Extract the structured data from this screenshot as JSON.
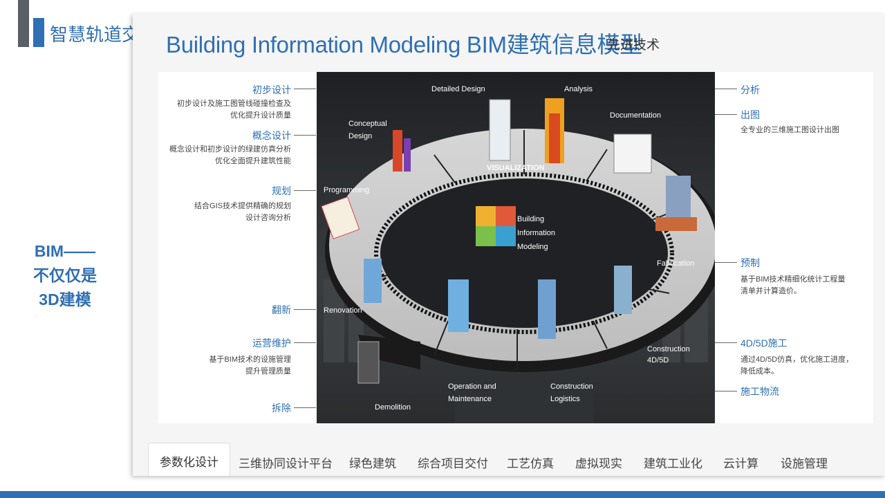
{
  "header": {
    "title": "智慧轨道交通"
  },
  "side_note": {
    "line1": "BIM——",
    "line2": "不仅仅是",
    "line3": "3D建模"
  },
  "panel": {
    "title": "Building Information Modeling BIM建筑信息模型",
    "subtitle": "先进技术"
  },
  "left_labels": [
    {
      "title": "初步设计",
      "desc": [
        "初步设计及施工图管线碰撞检查及",
        "优化提升设计质量"
      ]
    },
    {
      "title": "概念设计",
      "desc": [
        "概念设计和初步设计的绿建仿真分析",
        "优化全面提升建筑性能"
      ]
    },
    {
      "title": "规划",
      "desc": [
        "结合GIS技术提供精确的规划",
        "设计咨询分析"
      ]
    },
    {
      "title": "翻新",
      "desc": []
    },
    {
      "title": "运营维护",
      "desc": [
        "基于BIM技术的设施管理",
        "提升管理质量"
      ]
    },
    {
      "title": "拆除",
      "desc": []
    }
  ],
  "right_labels": [
    {
      "title": "分析",
      "desc": []
    },
    {
      "title": "出图",
      "desc": [
        "全专业的三维施工图设计出图"
      ]
    },
    {
      "title": "预制",
      "desc": [
        "基于BIM技术精细化统计工程量",
        "清单并计算造价。"
      ]
    },
    {
      "title": "4D/5D施工",
      "desc": [
        "通过4D/5D仿真，优化施工进度，",
        "降低成本。"
      ]
    },
    {
      "title": "施工物流",
      "desc": []
    }
  ],
  "diagram": {
    "detailed_design": "Detailed Design",
    "analysis": "Analysis",
    "documentation": "Documentation",
    "conceptual1": "Conceptual",
    "conceptual2": "Design",
    "visualization": "VISUALIZATION",
    "programming": "Programming",
    "center1": "Building",
    "center2": "Information",
    "center3": "Modeling",
    "fabrication": "Fabrication",
    "renovation": "Renovation",
    "construction1": "Construction",
    "construction2": "4D/5D",
    "operation1": "Operation and",
    "operation2": "Maintenance",
    "logistics1": "Construction",
    "logistics2": "Logistics",
    "demolition": "Demolition"
  },
  "tabs": [
    {
      "label": "参数化设计",
      "active": true
    },
    {
      "label": "三维协同设计平台"
    },
    {
      "label": "绿色建筑"
    },
    {
      "label": "综合项目交付"
    },
    {
      "label": "工艺仿真"
    },
    {
      "label": "虚拟现实"
    },
    {
      "label": "建筑工业化"
    },
    {
      "label": "云计算"
    },
    {
      "label": "设施管理"
    }
  ],
  "colors": {
    "accent": "#2f6fb3",
    "dark_bar": "#5a5f66"
  }
}
